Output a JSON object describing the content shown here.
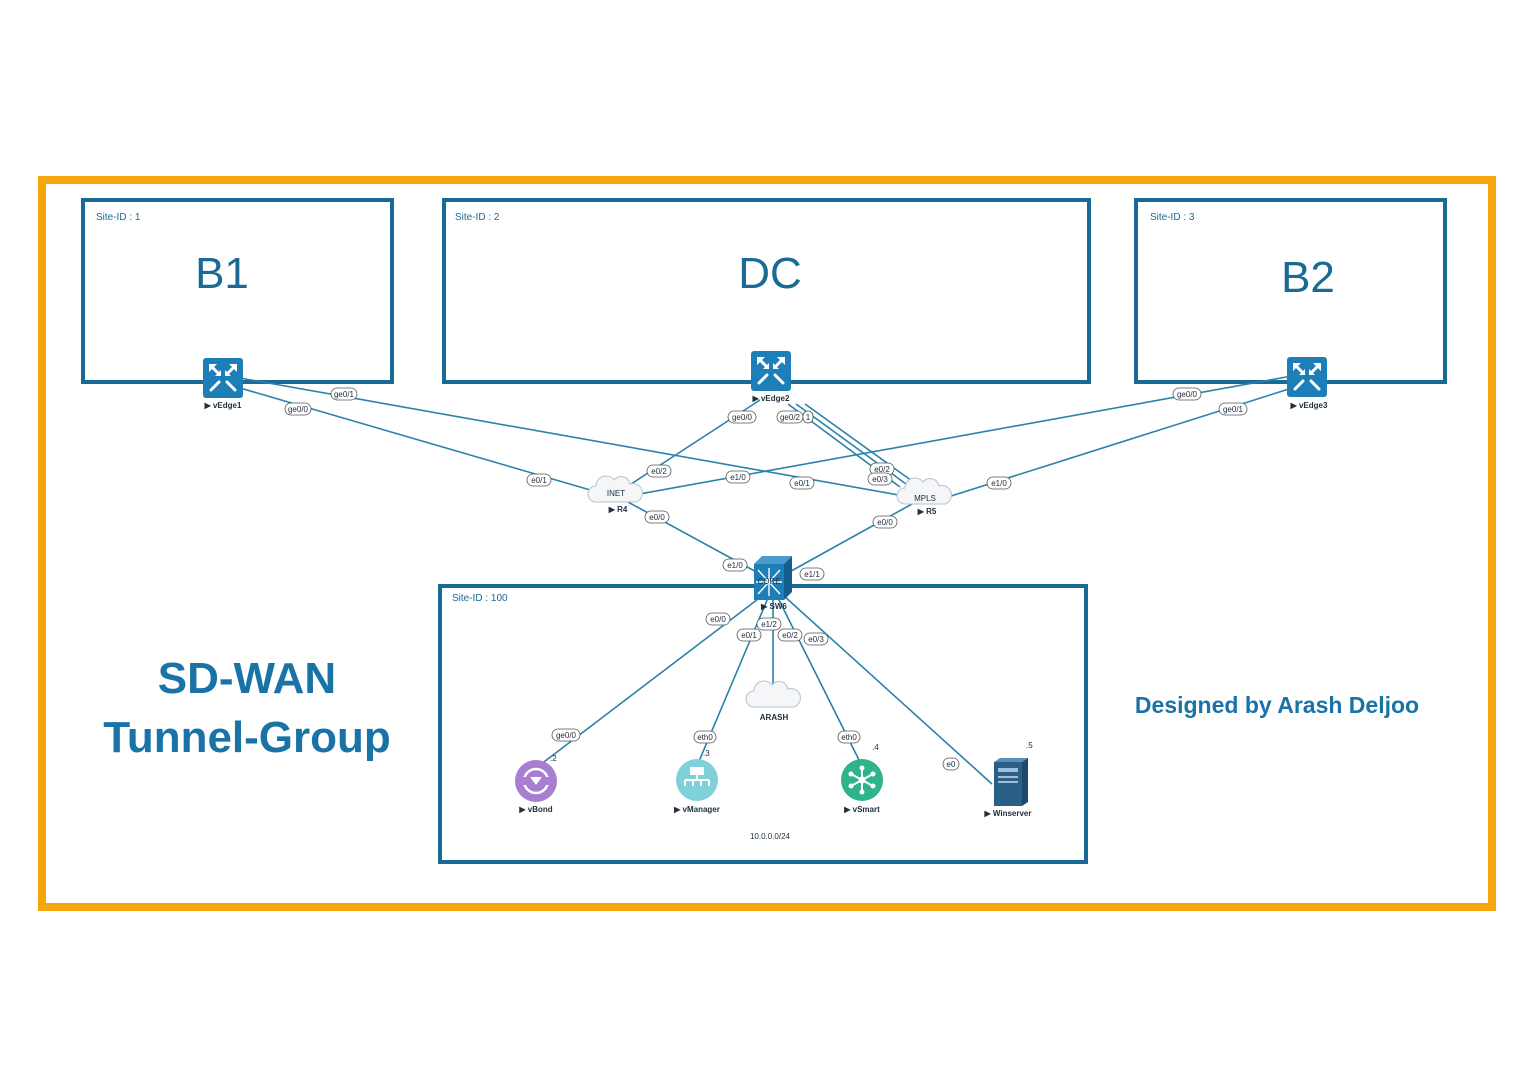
{
  "colors": {
    "frame": "#f5a60c",
    "site_border": "#1a6a96",
    "link": "#2a82aa",
    "router_fill": "#1e7fb8",
    "title": "#1a73a6"
  },
  "title": {
    "line1": "SD-WAN",
    "line2": "Tunnel-Group"
  },
  "credit": "Designed by Arash Deljoo",
  "sites": {
    "b1": {
      "site_id": "Site-ID : 1",
      "name": "B1"
    },
    "dc": {
      "site_id": "Site-ID : 2",
      "name": "DC"
    },
    "b2": {
      "site_id": "Site-ID : 3",
      "name": "B2"
    },
    "ctrl": {
      "site_id": "Site-ID : 100",
      "subnet": "10.0.0.0/24"
    }
  },
  "nodes": {
    "vedge1": {
      "label": "vEdge1",
      "icon": "router-icon"
    },
    "vedge2": {
      "label": "vEdge2",
      "icon": "router-icon"
    },
    "vedge3": {
      "label": "vEdge3",
      "icon": "router-icon"
    },
    "r4": {
      "label": "R4",
      "cloud_text": "INET",
      "icon": "cloud-icon"
    },
    "r5": {
      "label": "R5",
      "cloud_text": "MPLS",
      "icon": "cloud-icon"
    },
    "sw6": {
      "label": "SW6",
      "box_text": "CORE",
      "icon": "switch-icon"
    },
    "arash": {
      "label": "ARASH",
      "icon": "cloud-icon"
    },
    "vbond": {
      "label": "vBond",
      "ip": ".2",
      "icon": "vbond-icon"
    },
    "vmanager": {
      "label": "vManager",
      "ip": ".3",
      "icon": "vmanager-icon"
    },
    "vsmart": {
      "label": "vSmart",
      "ip": ".4",
      "icon": "vsmart-icon"
    },
    "winserver": {
      "label": "Winserver",
      "ip": ".5",
      "icon": "server-icon"
    }
  },
  "ports": {
    "ve1_ge01": "ge0/1",
    "ve1_ge00": "ge0/0",
    "r4_e01": "e0/1",
    "ve2_ge00": "ge0/0",
    "ve2_ge02": "ge0/2",
    "ve2_ge01": "1",
    "r4_e02": "e0/2",
    "r4_e10": "e1/0",
    "r5_e01": "e0/1",
    "r5_e02": "e0/2",
    "r5_e03": "e0/3",
    "ve3_ge00": "ge0/0",
    "ve3_ge01": "ge0/1",
    "r5_e10": "e1/0",
    "r4_e00": "e0/0",
    "r5_e00": "e0/0",
    "sw6_e10": "e1/0",
    "sw6_e11": "e1/1",
    "sw6_e00": "e0/0",
    "sw6_e01": "e0/1",
    "sw6_e12": "e1/2",
    "sw6_e02": "e0/2",
    "sw6_e03": "e0/3",
    "vbond_ge00": "ge0/0",
    "vmanager_eth0": "eth0",
    "vsmart_eth0": "eth0",
    "winserver_e0": "e0"
  }
}
